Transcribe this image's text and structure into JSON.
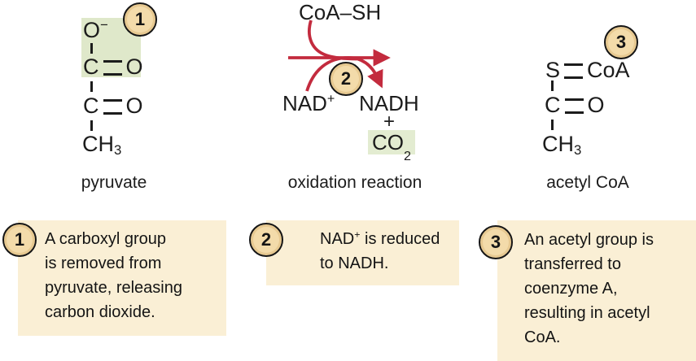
{
  "theme": {
    "red": "#c32b3e",
    "circle_fill": "#f3dbaa",
    "box_fill": "#faefd5",
    "highlight_green": "#dfe8ca",
    "highlight_green2": "#e3ecd1",
    "ink": "#1c1c1c"
  },
  "steps": {
    "one": "1",
    "two": "2",
    "three": "3"
  },
  "pyruvate": {
    "label": "pyruvate",
    "o_top": "O",
    "o_top_sup": "−",
    "c1": "C",
    "o1": "O",
    "c2": "C",
    "o2": "O",
    "ch": "CH",
    "ch_sub": "3"
  },
  "reaction": {
    "coash": "CoA–SH",
    "nad": "NAD",
    "nad_sup": "+",
    "nadh": "NADH",
    "plus": "+",
    "co2": "CO",
    "co2_sub": "2",
    "label": "oxidation reaction"
  },
  "acetylcoa": {
    "label": "acetyl CoA",
    "s": "S",
    "coa": "CoA",
    "c": "C",
    "o": "O",
    "ch": "CH",
    "ch_sub": "3"
  },
  "callouts": [
    {
      "num": "1",
      "lines": [
        "A carboxyl group",
        "is removed from",
        "pyruvate, releasing",
        "carbon dioxide."
      ]
    },
    {
      "num": "2",
      "line1_pre": "NAD",
      "line1_sup": "+",
      "line1_post": " is reduced",
      "line2": "to NADH."
    },
    {
      "num": "3",
      "lines": [
        "An acetyl group is",
        "transferred to",
        "coenzyme A,",
        "resulting in acetyl",
        "CoA."
      ]
    }
  ]
}
